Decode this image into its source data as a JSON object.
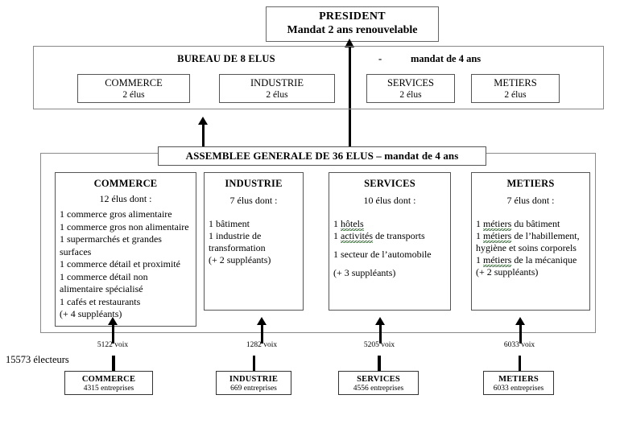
{
  "president": {
    "title": "PRESIDENT",
    "mandate": "Mandat 2 ans renouvelable"
  },
  "bureau": {
    "title": "BUREAU DE  8 ELUS",
    "dash": "-",
    "mandate": "mandat de 4 ans",
    "cells": [
      {
        "name": "COMMERCE",
        "elus": "2 élus"
      },
      {
        "name": "INDUSTRIE",
        "elus": "2 élus"
      },
      {
        "name": "SERVICES",
        "elus": "2 élus"
      },
      {
        "name": "METIERS",
        "elus": "2 élus"
      }
    ]
  },
  "assemblee": {
    "title": "ASSEMBLEE GENERALE DE 36 ELUS – mandat de 4 ans"
  },
  "colleges": [
    {
      "name": "COMMERCE",
      "elus": "12 élus dont :",
      "lines": [
        "1 commerce gros alimentaire",
        "1 commerce gros non alimentaire",
        "1 supermarchés et grandes surfaces",
        "1 commerce détail et proximité",
        "1 commerce détail non alimentaire spécialisé",
        "1 cafés et restaurants",
        "(+ 4 suppléants)"
      ]
    },
    {
      "name": "INDUSTRIE",
      "elus": "7 élus dont :",
      "lines": [
        "1 bâtiment",
        "1 industrie de transformation",
        "(+ 2 suppléants)"
      ]
    },
    {
      "name": "SERVICES",
      "elus": "10 élus dont :",
      "lines": [
        "1 hôtels",
        "1 activités de transports",
        "1 secteur de l’automobile",
        "(+ 3 suppléants)"
      ]
    },
    {
      "name": "METIERS",
      "elus": "7 élus dont :",
      "lines": [
        "1 métiers du bâtiment",
        "1 métiers de l’habillement, hygiène et soins corporels",
        "1 métiers de la mécanique",
        "(+ 2 suppléants)"
      ]
    }
  ],
  "voix": [
    "5122 voix",
    "1282 voix",
    "5205 voix",
    "6033 voix"
  ],
  "electeurs": "15573 électeurs",
  "bottom_boxes": [
    {
      "name": "COMMERCE",
      "entreprises": "4315 entreprises"
    },
    {
      "name": "INDUSTRIE",
      "entreprises": "669 entreprises"
    },
    {
      "name": "SERVICES",
      "entreprises": "4556 entreprises"
    },
    {
      "name": "METIERS",
      "entreprises": "6033 entreprises"
    }
  ]
}
